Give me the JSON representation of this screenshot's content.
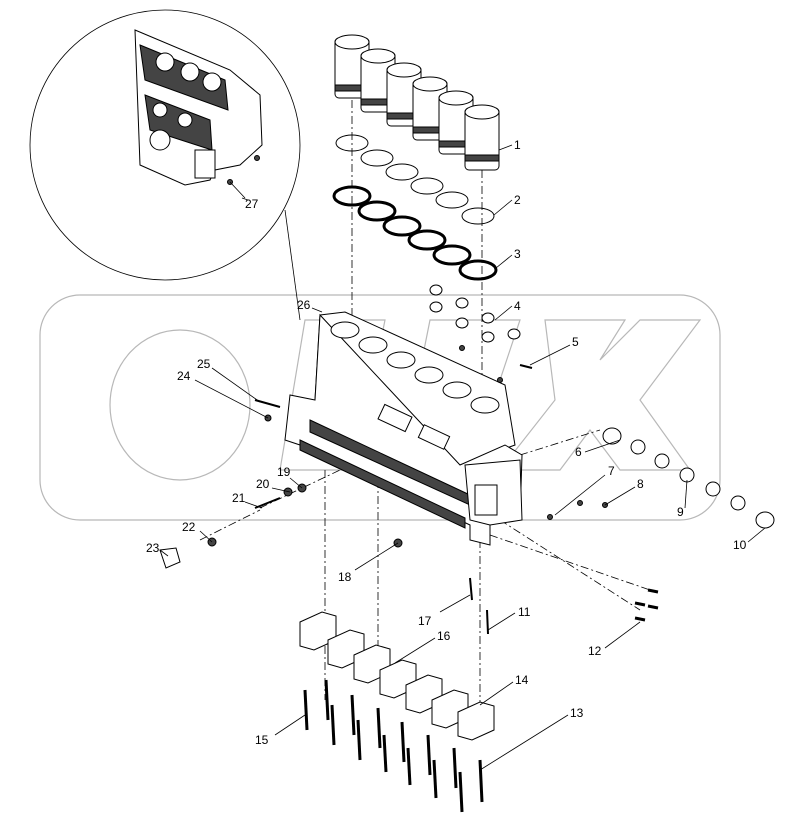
{
  "header": {
    "mark": ""
  },
  "callouts": [
    {
      "num": "1"
    },
    {
      "num": "2"
    },
    {
      "num": "3"
    },
    {
      "num": "4"
    },
    {
      "num": "5"
    },
    {
      "num": "6"
    },
    {
      "num": "7"
    },
    {
      "num": "8"
    },
    {
      "num": "9"
    },
    {
      "num": "10"
    },
    {
      "num": "11"
    },
    {
      "num": "12"
    },
    {
      "num": "13"
    },
    {
      "num": "14"
    },
    {
      "num": "15"
    },
    {
      "num": "16"
    },
    {
      "num": "17"
    },
    {
      "num": "18"
    },
    {
      "num": "19"
    },
    {
      "num": "20"
    },
    {
      "num": "21"
    },
    {
      "num": "22"
    },
    {
      "num": "23"
    },
    {
      "num": "24"
    },
    {
      "num": "25"
    },
    {
      "num": "26"
    },
    {
      "num": "27"
    }
  ]
}
